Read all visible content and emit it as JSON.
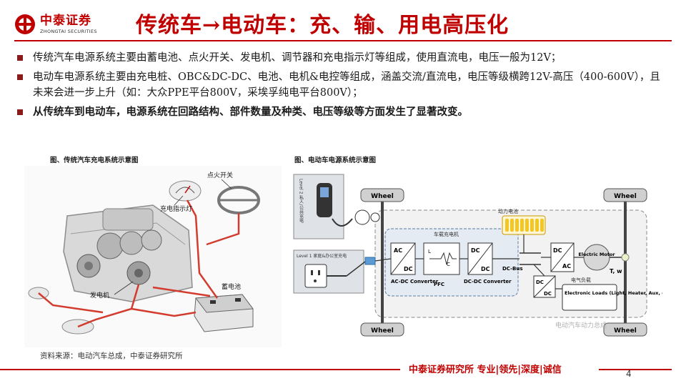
{
  "header": {
    "logo_cn": "中泰证券",
    "logo_en": "ZHONGTAI SECURITIES",
    "title": "传统车→电动车：充、输、用电高压化"
  },
  "bullets": [
    {
      "text": "传统汽车电源系统主要由蓄电池、点火开关、发电机、调节器和充电指示灯等组成，使用直流电，电压一般为12V；",
      "bold": false
    },
    {
      "text": "电动车电源系统主要由充电桩、OBC&DC-DC、电池、电机&电控等组成，涵盖交流/直流电，电压等级横跨12V-高压（400-600V），且未来会进一步上升（如：大众PPE平台800V，采埃孚纯电平台800V）；",
      "bold": false
    },
    {
      "text": "从传统车到电动车，电源系统在回路结构、部件数量及种类、电压等级等方面发生了显著改变。",
      "bold": true
    }
  ],
  "figure1": {
    "caption": "图、传统汽车充电系统示意图",
    "labels": {
      "ignition": "点火开关",
      "indicator": "充电指示灯",
      "generator": "发电机",
      "battery": "蓄电池"
    }
  },
  "figure2": {
    "caption": "图、电动车电源系统示意图",
    "labels": {
      "wheel": "Wheel",
      "level2": "Level 2 私人/公共充电",
      "level1": "Level 1 家庭&办公室充电",
      "obc": "车载充电机",
      "power_battery": "动力电池",
      "ac_dc_converter": "AC-DC Converter",
      "pfc": "PFC",
      "dc_dc_converter": "DC-DC Converter",
      "dc_bus": "DC-Bus",
      "motor": "Electric Motor",
      "tw": "T, w",
      "electrical_loads": "电气负载",
      "electronic_loads": "Electronic Loads (Light, Heater, Aux, etc.)",
      "ac": "AC",
      "dc": "DC",
      "l": "L",
      "c": "C",
      "watermark": "电动汽车动力总成"
    }
  },
  "source": "资料来源：电动汽车总成，中泰证券研究所",
  "footer": {
    "text": "中泰证券研究所 专业|领先|深度|诚信",
    "page": "4"
  },
  "colors": {
    "brand_red": "#c00000",
    "bullet_square": "#8b1a1a",
    "battery_yellow": "#f3c623",
    "wire_red": "#d23b2d"
  }
}
